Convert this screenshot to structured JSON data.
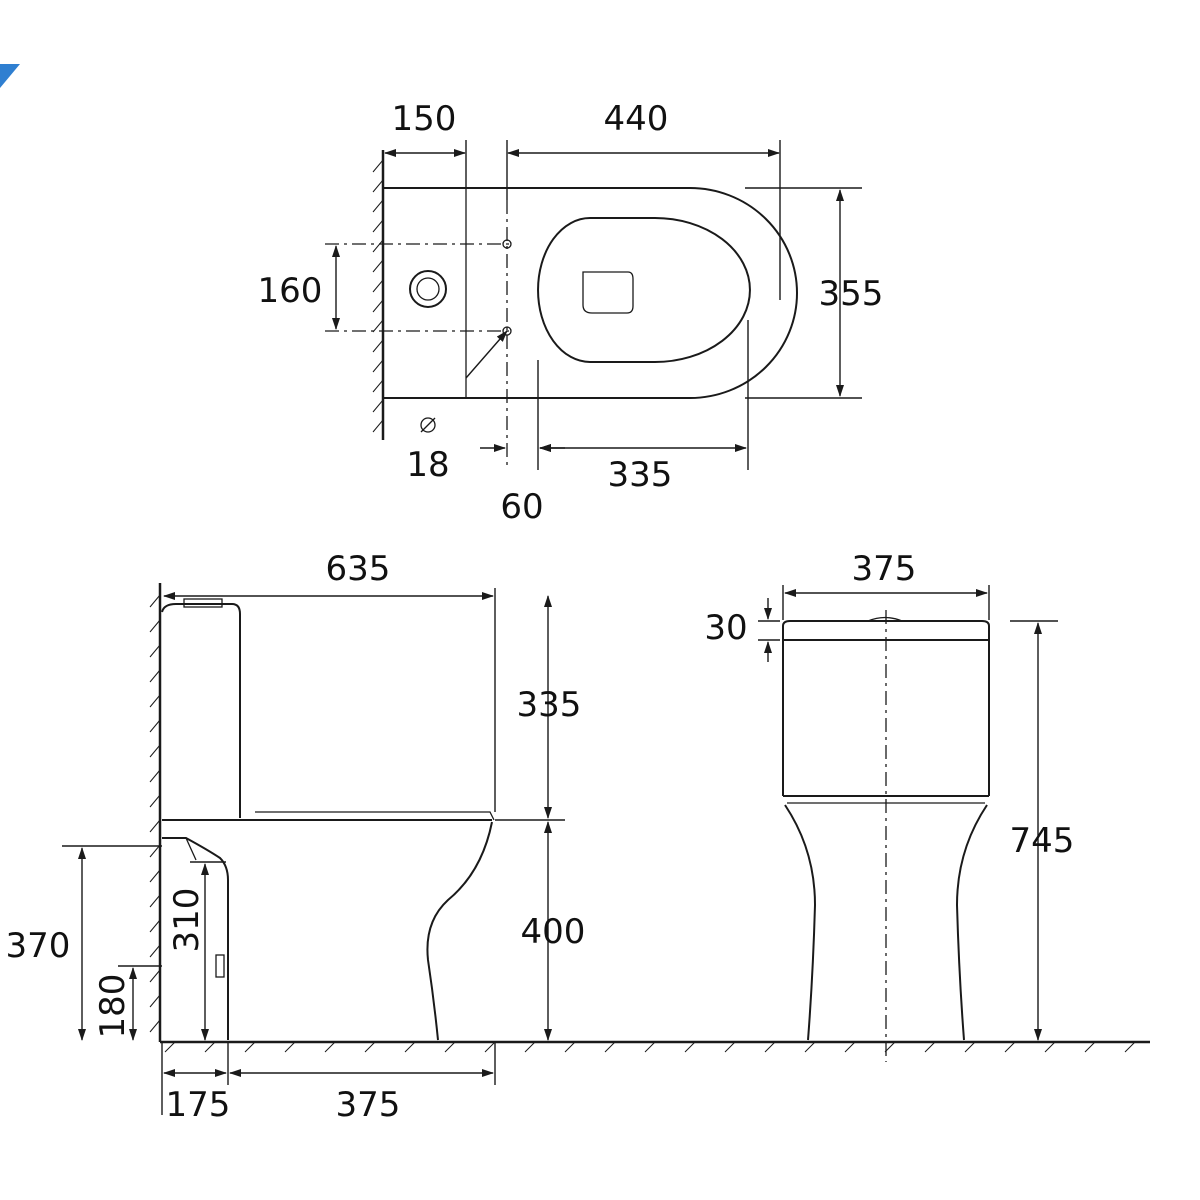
{
  "brand": {
    "accent_color": "#2f7fd1"
  },
  "top_view": {
    "labels": {
      "wall_to_outlet": "150",
      "outlet_to_front": "440",
      "fixing_spacing": "160",
      "bowl_width": "355",
      "fixing_hole": "18",
      "outlet_offset": "60",
      "seat_depth": "335"
    }
  },
  "side_view": {
    "labels": {
      "overall_depth": "635",
      "tank_height": "335",
      "seat_height": "400",
      "inlet_height": "370",
      "outlet_height": "310",
      "outlet_center": "180",
      "outlet_from_wall": "175",
      "outlet_to_front": "375"
    }
  },
  "front_view": {
    "labels": {
      "width": "375",
      "lid_height": "30",
      "overall_height": "745"
    }
  }
}
